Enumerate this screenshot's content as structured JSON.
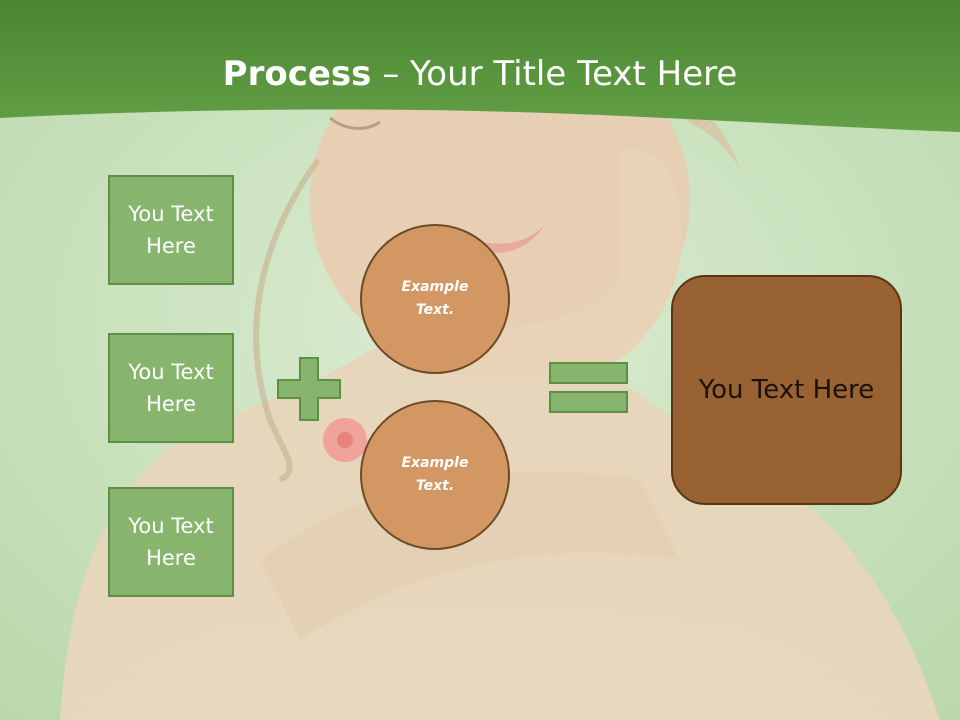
{
  "slide": {
    "title_bold": "Process",
    "title_separator": " – ",
    "title_rest": "Your Title Text Here",
    "left_boxes": [
      {
        "text": "You Text Here"
      },
      {
        "text": "You Text Here"
      },
      {
        "text": "You Text Here"
      }
    ],
    "circles": [
      {
        "text": "Example Text."
      },
      {
        "text": "Example Text."
      }
    ],
    "result_text": "You Text Here"
  },
  "colors": {
    "header_green": "#4e8a35",
    "box_fill": "#87b56e",
    "box_border": "#5d8f46",
    "circle_fill": "#d39764",
    "result_fill": "#996232"
  }
}
